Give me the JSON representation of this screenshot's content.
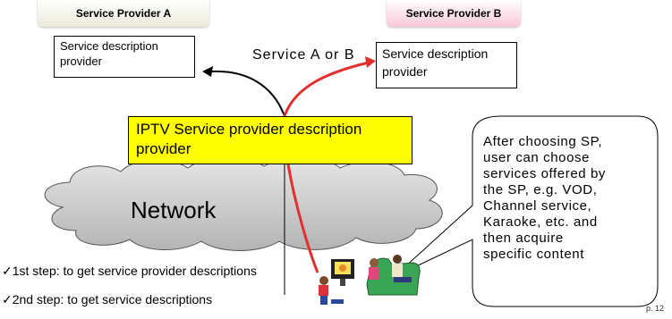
{
  "provider_a": {
    "label": "Service Provider  A"
  },
  "provider_b": {
    "label": "Service Provider B"
  },
  "desc_a": {
    "line1": "Service description",
    "line2": "provider"
  },
  "desc_b": {
    "line1": "Service description",
    "line2": "provider"
  },
  "service_choice_label": "Service A or B",
  "iptv_box": {
    "line1": "IPTV Service provider description",
    "line2": "provider"
  },
  "network_label": "Network",
  "callout": {
    "lines": [
      "After choosing  SP,",
      "user can choose",
      "services offered by",
      "the SP, e.g. VOD,",
      "Channel service,",
      "Karaoke, etc. and",
      "then acquire",
      "specific content"
    ]
  },
  "steps": [
    "✓1st step: to get service provider descriptions",
    "✓2nd step: to get service descriptions"
  ],
  "page_number": "p. 12",
  "colors": {
    "iptv_fill": "#ffff00",
    "red_arrow": "#e03030",
    "cloud": "#c8c8c8",
    "provider_b_fill": "#f7c8d8"
  }
}
